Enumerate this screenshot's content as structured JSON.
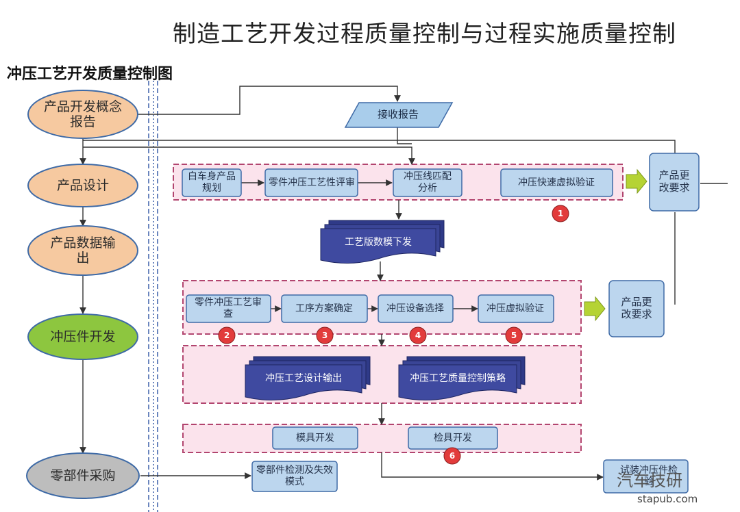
{
  "header": {
    "title": "制造工艺开发过程质量控制与过程实施质量控制",
    "subtitle": "冲压工艺开发质量控制图"
  },
  "left_flow": [
    {
      "id": "concept",
      "label": "产品开发概念报告",
      "color": "#f6c9a0"
    },
    {
      "id": "design",
      "label": "产品设计",
      "color": "#f6c9a0"
    },
    {
      "id": "data",
      "label": "产品数据输出",
      "color": "#f6c9a0"
    },
    {
      "id": "stamping",
      "label": "冲压件开发",
      "color": "#8dc63f"
    },
    {
      "id": "purchase",
      "label": "零部件采购",
      "color": "#bdbdbd"
    }
  ],
  "receive_report": "接收报告",
  "group1": {
    "items": [
      "白车身产品规划",
      "零件冲压工艺性评审",
      "冲压线匹配分析",
      "冲压快速虚拟验证"
    ],
    "marker": "1"
  },
  "change_request_1": "产品更改要求",
  "doc_release": "工艺版数模下发",
  "group2": {
    "items": [
      "零件冲压工艺审查",
      "工序方案确定",
      "冲压设备选择",
      "冲压虚拟验证"
    ],
    "markers": [
      "2",
      "3",
      "4",
      "5"
    ]
  },
  "change_request_2": "产品更改要求",
  "group3": {
    "docs": [
      "冲压工艺设计输出",
      "冲压工艺质量控制策略"
    ]
  },
  "group4": {
    "items": [
      "模具开发",
      "检具开发"
    ],
    "marker": "6"
  },
  "inspection": "零部件检测及失效模式",
  "trial": "试装冲压件检验",
  "watermark_site": "stapub.com",
  "watermark_wechat": "汽车技研",
  "colors": {
    "box_fill": "#bcd6ee",
    "box_stroke": "#3e6aa6",
    "group_fill": "#fbe3ec",
    "group_stroke": "#b2456f",
    "doc_fill": "#3f4aa0",
    "marker_fill": "#e23b3b",
    "arrow_fill": "#b5d334"
  }
}
